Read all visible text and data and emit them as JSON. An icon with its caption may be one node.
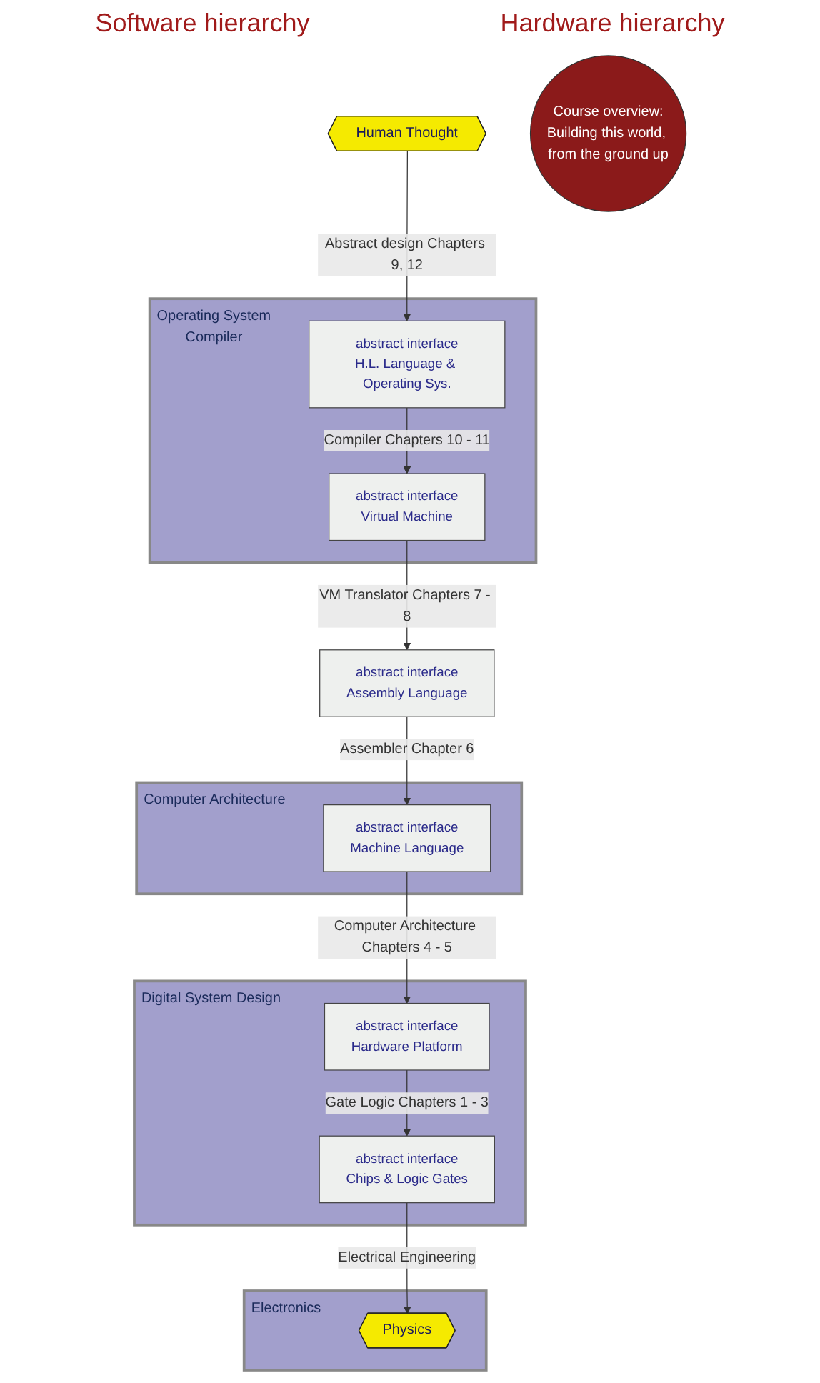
{
  "diagram": {
    "nodes": [
      {
        "text": [
          "Human Thought"
        ]
      },
      {
        "text": [
          "Operating System",
          "Compiler"
        ]
      },
      {
        "text": [
          "abstract interface",
          "H.L. Language & Operating Sys."
        ],
        "in": 1
      },
      {
        "text": [
          "abstract interface",
          "Virtual Machine"
        ],
        "in": 1
      },
      {
        "text": [
          "abstract interface",
          "Assembly Language"
        ]
      },
      {
        "text": [
          "Course overview:",
          "Building this world, from the ground up"
        ]
      },
      {
        "text": [
          "Computer Architecture"
        ]
      },
      {
        "text": [
          "abstract interface",
          "Machine Language"
        ],
        "in": 6
      },
      {
        "text": [
          "Digital System Design"
        ]
      },
      {
        "text": [
          "abstract interface",
          "Hardware Platform"
        ],
        "in": 8
      },
      {
        "text": [
          "abstract interface",
          "Chips & Logic Gates"
        ],
        "in": 8
      },
      {
        "text": [
          "Electronics"
        ]
      },
      {
        "text": [
          "Physics"
        ],
        "in": 11
      }
    ],
    "edges": [
      {
        "from": 0,
        "to": 2,
        "arrow": "to",
        "label": "Abstract design Chapters 9, 12"
      },
      {
        "from": 2,
        "to": 3,
        "arrow": "to",
        "label": "Compiler Chapters 10 - 11"
      },
      {
        "from": 3,
        "to": 4,
        "arrow": "to",
        "label": "VM Translator Chapters 7 - 8"
      },
      {
        "from": 4,
        "to": 7,
        "arrow": "to",
        "label": "Assembler Chapter 6"
      },
      {
        "from": 7,
        "to": 9,
        "arrow": "to",
        "label": "Computer Architecture Chapters 4 - 5"
      },
      {
        "from": 9,
        "to": 10,
        "arrow": "to",
        "label": "Gate Logic Chapters 1 - 3"
      },
      {
        "from": 10,
        "to": 12,
        "arrow": "to",
        "label": "Electrical Engineering"
      }
    ],
    "labels": [
      "Software hierarchy",
      "Hardware hierarchy"
    ]
  }
}
